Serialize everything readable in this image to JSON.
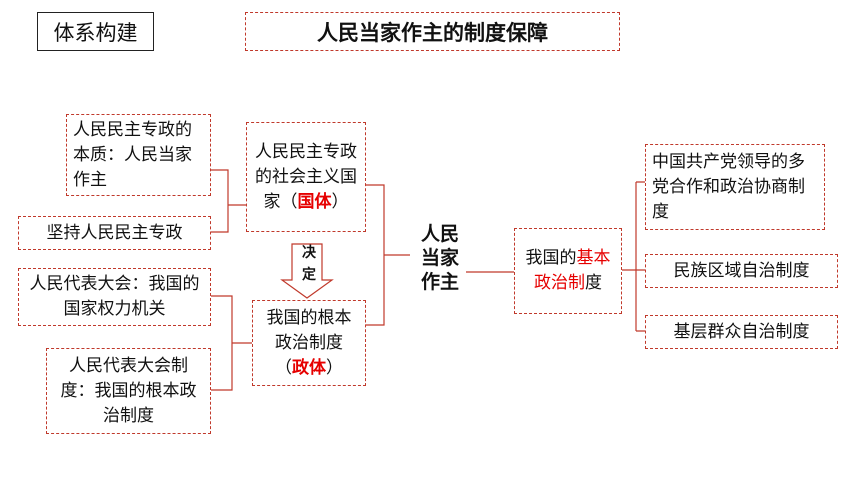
{
  "header": {
    "tag": "体系构建",
    "title": "人民当家作主的制度保障"
  },
  "center": {
    "label_lines": [
      "人民",
      "当家",
      "作主"
    ]
  },
  "left_boxes": {
    "essence": "人民民主专政的本质：人民当家作主",
    "adhere": "坚持人民民主专政",
    "npc_power": "人民代表大会：我国的国家权力机关",
    "npc_system": "人民代表大会制度：我国的根本政治制度"
  },
  "mid_boxes": {
    "state_nature_text": "人民民主专政的社会主义国家（",
    "state_nature_highlight": "国体",
    "state_nature_close": "）",
    "decide": "决定",
    "regime_text": "我国的根本政治制度（",
    "regime_highlight": "政体",
    "regime_close": "）"
  },
  "right_boxes": {
    "basic_prefix": "我国的",
    "basic_highlight": "基本政治制",
    "basic_suffix": "度",
    "cpc": "中国共产党领导的多党合作和政治协商制度",
    "ethnic": "民族区域自治制度",
    "grassroots": "基层群众自治制度"
  },
  "colors": {
    "accent_red": "#e60000",
    "line_red": "#c0392b"
  }
}
